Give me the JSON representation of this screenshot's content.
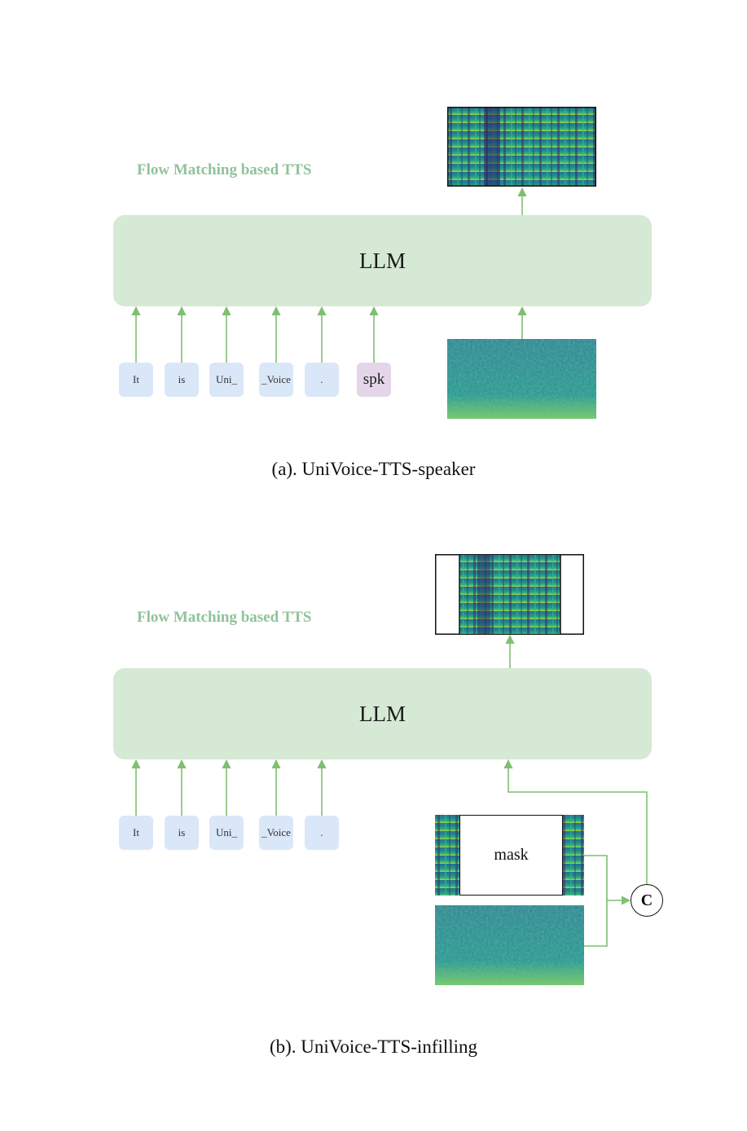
{
  "panel_a": {
    "title_label": "Flow Matching based TTS",
    "llm_label": "LLM",
    "tokens": [
      "It",
      "is",
      "Uni_",
      "_Voice",
      "."
    ],
    "speaker_token": "spk",
    "caption": "(a). UniVoice-TTS-speaker"
  },
  "panel_b": {
    "title_label": "Flow Matching based TTS",
    "llm_label": "LLM",
    "tokens": [
      "It",
      "is",
      "Uni_",
      "_Voice",
      "."
    ],
    "mask_label": "mask",
    "concat_label": "C",
    "caption": "(b). UniVoice-TTS-infilling"
  },
  "colors": {
    "llm_fill": "#d6e9d4",
    "arrow": "#7fbf72",
    "title": "#8fc39a",
    "text_token": "#dae7f8",
    "speaker_token": "#e4d6e8"
  },
  "icons": {
    "spectrogram": "viridis-spectrogram-icon",
    "noise": "viridis-noise-icon",
    "concat": "concat-circle-icon"
  }
}
